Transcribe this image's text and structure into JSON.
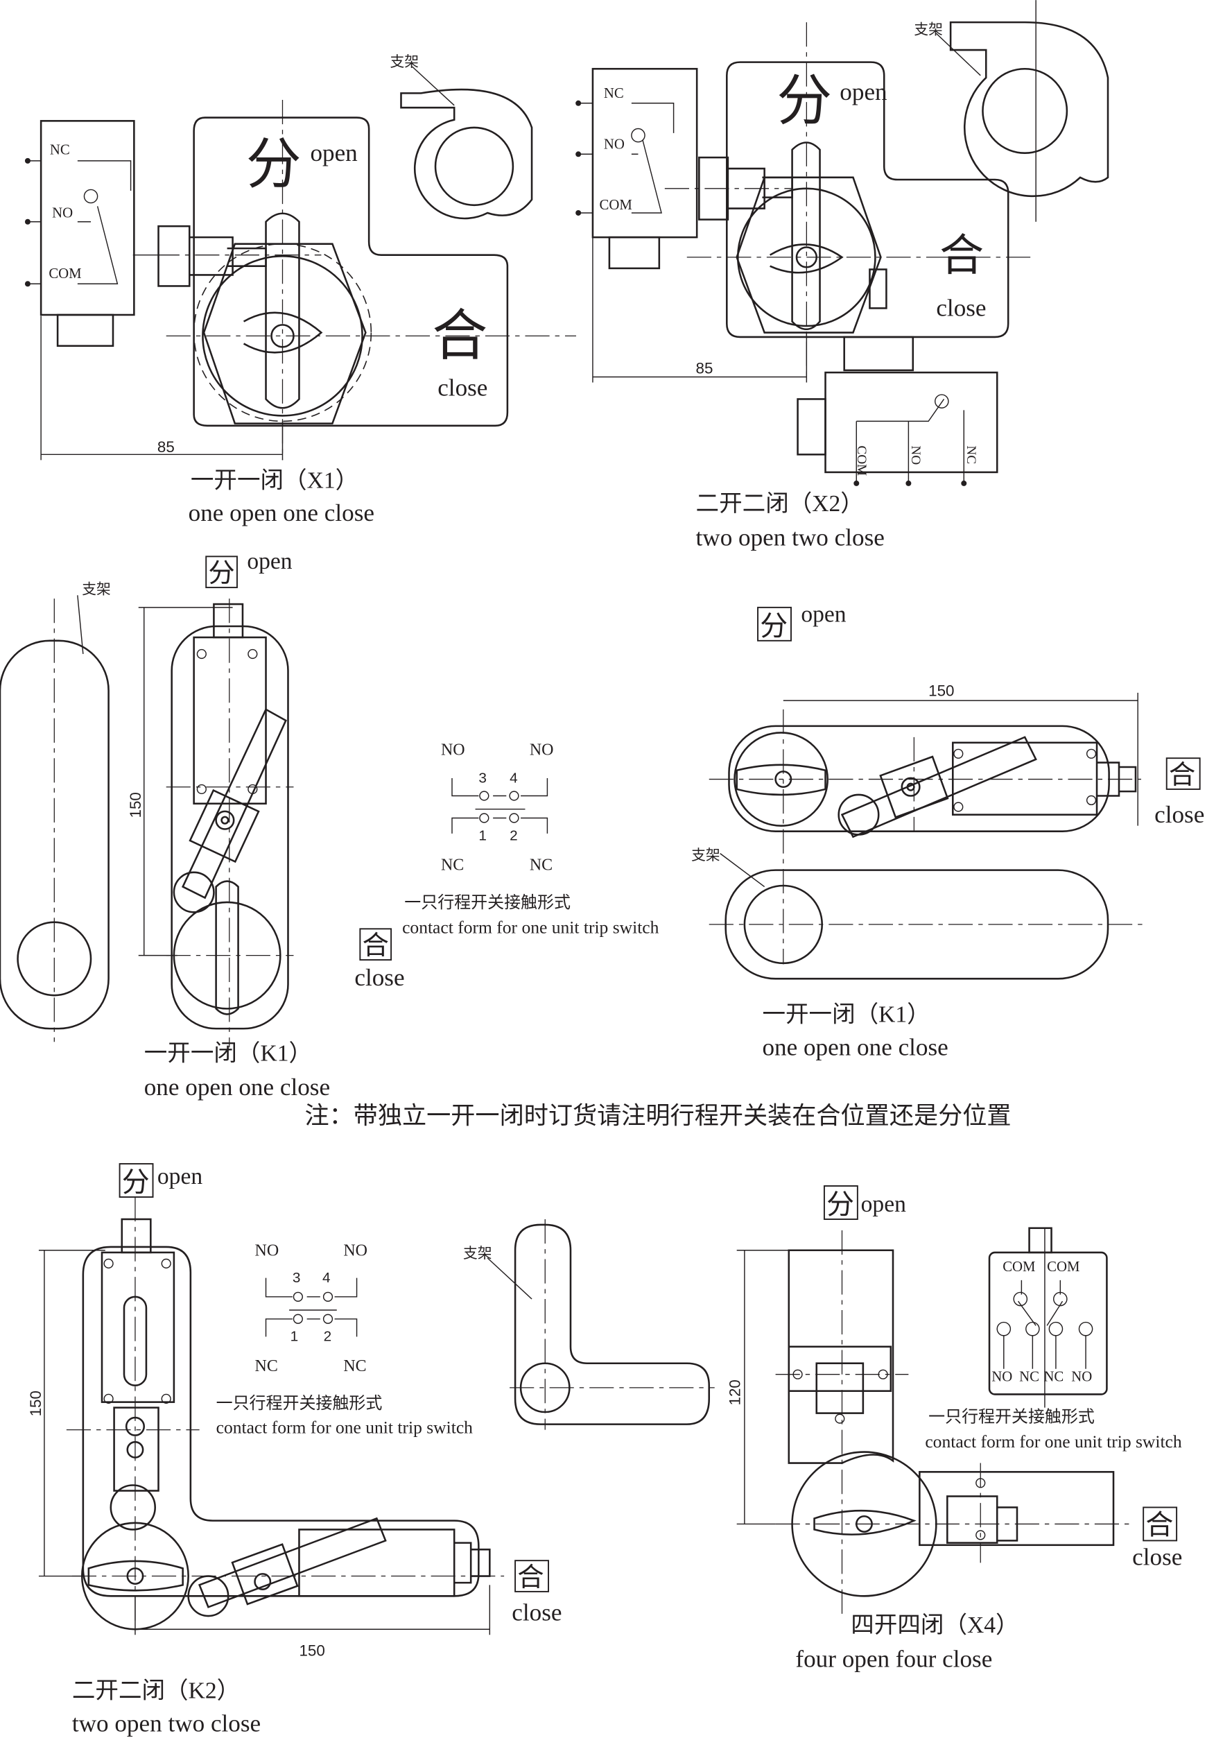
{
  "x1": {
    "nc": "NC",
    "no": "NO",
    "com": "COM",
    "bracket": "支架",
    "open_cn": "分",
    "open": "open",
    "close_cn": "合",
    "close": "close",
    "dim": "85",
    "title_cn": "一开一闭（X1）",
    "title_en": "one open one close"
  },
  "x2": {
    "nc": "NC",
    "no": "NO",
    "com": "COM",
    "bracket": "支架",
    "open_cn": "分",
    "open": "open",
    "close_cn": "合",
    "close": "close",
    "dim": "85",
    "bottom_com": "COM",
    "bottom_no": "NO",
    "bottom_nc": "NC",
    "title_cn": "二开二闭（X2）",
    "title_en": "two open two close"
  },
  "k1_left": {
    "open_cn": "分",
    "open": "open",
    "bracket": "支架",
    "dim": "150",
    "close_cn": "合",
    "close": "close",
    "title_cn": "一开一闭（K1）",
    "title_en": "one open one close"
  },
  "contact1": {
    "no_left": "NO",
    "no_right": "NO",
    "n3": "3",
    "n4": "4",
    "n1": "1",
    "n2": "2",
    "nc_left": "NC",
    "nc_right": "NC",
    "caption_cn": "一只行程开关接触形式",
    "caption_en": "contact form for one unit trip switch"
  },
  "k1_right": {
    "open_cn": "分",
    "open": "open",
    "dim": "150",
    "close_cn": "合",
    "close": "close",
    "bracket": "支架",
    "title_cn": "一开一闭（K1）",
    "title_en": "one open one close"
  },
  "note": "注：带独立一开一闭时订货请注明行程开关装在合位置还是分位置",
  "k2": {
    "open_cn": "分",
    "open": "open",
    "dim_v": "150",
    "dim_h": "150",
    "close_cn": "合",
    "close": "close",
    "bracket": "支架",
    "title_cn": "二开二闭（K2）",
    "title_en": "two open two close"
  },
  "contact2": {
    "no_left": "NO",
    "no_right": "NO",
    "n3": "3",
    "n4": "4",
    "n1": "1",
    "n2": "2",
    "nc_left": "NC",
    "nc_right": "NC",
    "caption_cn": "一只行程开关接触形式",
    "caption_en": "contact form for one unit trip switch"
  },
  "x4": {
    "open_cn": "分",
    "open": "open",
    "dim": "120",
    "close_cn": "合",
    "close": "close",
    "com1": "COM",
    "com2": "COM",
    "no1": "NO",
    "nc1": "NC",
    "nc2": "NC",
    "no2": "NO",
    "caption_cn": "一只行程开关接触形式",
    "caption_en": "contact form for one unit trip switch",
    "title_cn": "四开四闭（X4）",
    "title_en": "four open four close"
  }
}
